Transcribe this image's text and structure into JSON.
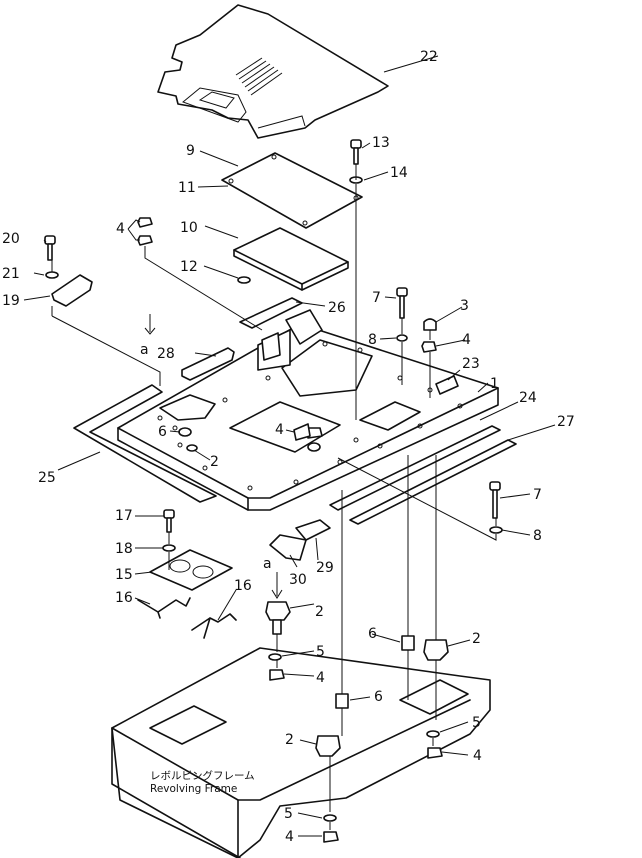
{
  "callouts": [
    "1",
    "2",
    "3",
    "4",
    "5",
    "6",
    "7",
    "8",
    "9",
    "10",
    "11",
    "12",
    "13",
    "14",
    "15",
    "16",
    "17",
    "18",
    "19",
    "20",
    "21",
    "22",
    "23",
    "24",
    "25",
    "26",
    "27",
    "28",
    "29",
    "30"
  ],
  "view_arrow_label": "a",
  "frame_caption": {
    "japanese": "レボルビングフレーム",
    "english": "Revolving Frame"
  }
}
